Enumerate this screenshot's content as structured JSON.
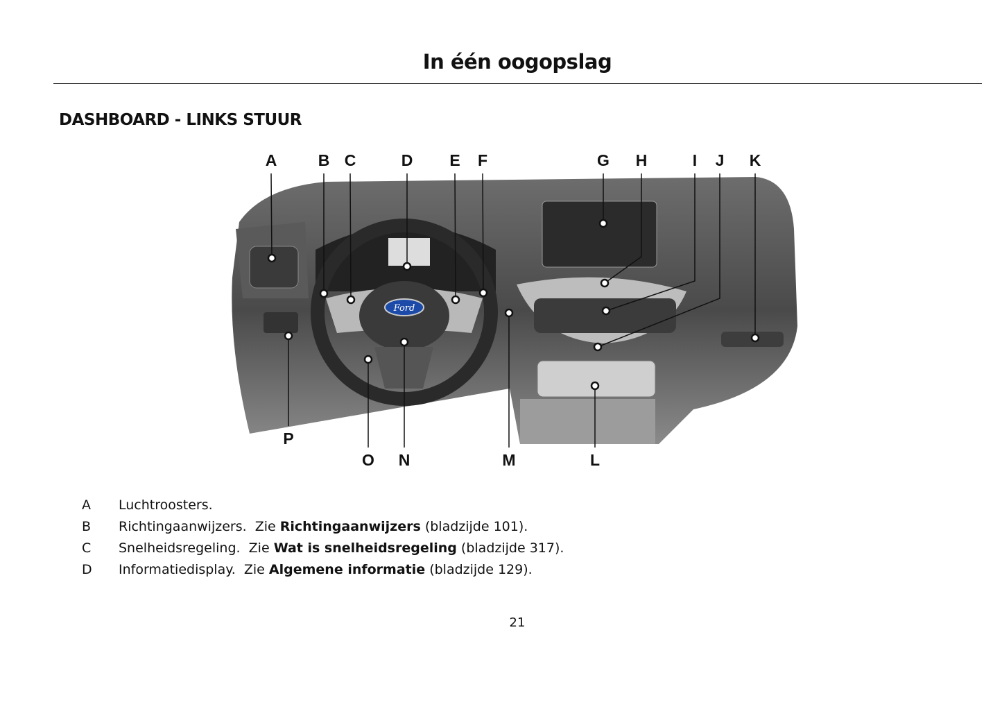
{
  "header": {
    "title": "In één oogopslag"
  },
  "section_title": "DASHBOARD - LINKS STUUR",
  "figure": {
    "top_callouts": [
      "A",
      "B",
      "C",
      "D",
      "E",
      "F",
      "G",
      "H",
      "I",
      "J",
      "K"
    ],
    "bottom_callouts": [
      "P",
      "O",
      "N",
      "M",
      "L"
    ],
    "logo_text": "Ford"
  },
  "items": [
    {
      "key": "A",
      "text": "Luchtroosters.",
      "see": "",
      "ref": "",
      "page": ""
    },
    {
      "key": "B",
      "text": "Richtingaanwijzers.  Zie ",
      "ref": "Richtingaanwijzers",
      "page": " (bladzijde 101)."
    },
    {
      "key": "C",
      "text": "Snelheidsregeling.  Zie ",
      "ref": "Wat is snelheidsregeling",
      "page": " (bladzijde 317)."
    },
    {
      "key": "D",
      "text": "Informatiedisplay.  Zie ",
      "ref": "Algemene informatie",
      "page": " (bladzijde 129)."
    }
  ],
  "page_number": "21"
}
